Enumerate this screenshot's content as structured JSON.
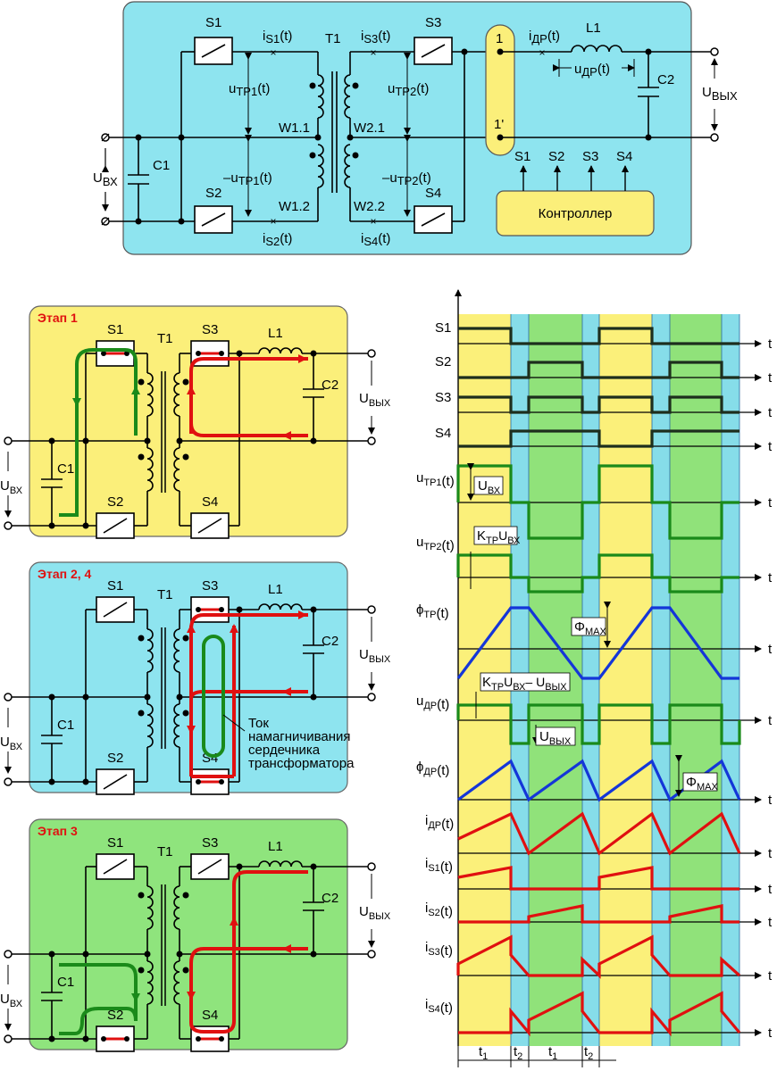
{
  "top": {
    "switches": [
      "S1",
      "S2",
      "S3",
      "S4"
    ],
    "transformer": "T1",
    "windings": [
      "W1.1",
      "W1.2",
      "W2.1",
      "W2.2"
    ],
    "currents": [
      "i",
      "S1",
      "(t)",
      "S2",
      "S3",
      "S4"
    ],
    "voltages": {
      "u": "u",
      "tp1": "ТР1",
      "tp2": "ТР2",
      "t": "(t)",
      "neg": "–u",
      "dr": "ДР",
      "i_dr_sub": "ДР"
    },
    "node1": "1",
    "node1p": "1'",
    "inductor": "L1",
    "cap1": "C1",
    "cap2": "C2",
    "uin": "U",
    "uin_sub": "ВХ",
    "uout": "U",
    "uout_sub": "ВЫХ",
    "controller": "Контроллер",
    "ctrl_outputs": [
      "S1",
      "S2",
      "S3",
      "S4"
    ]
  },
  "stages": [
    {
      "title": "Этап 1",
      "color": "#fbef7a"
    },
    {
      "title": "Этап 2, 4",
      "color": "#8ee4ef",
      "note": [
        "Ток",
        "намагничивания",
        "сердечника",
        "трансформатора"
      ]
    },
    {
      "title": "Этап 3",
      "color": "#8fe47d"
    }
  ],
  "stage_labels": {
    "S1": "S1",
    "S2": "S2",
    "S3": "S3",
    "S4": "S4",
    "T1": "T1",
    "L1": "L1",
    "C1": "C1",
    "C2": "C2",
    "U": "U",
    "vx": "ВХ",
    "vyx": "ВЫХ"
  },
  "timing": {
    "signals": [
      "S1",
      "S2",
      "S3",
      "S4"
    ],
    "utp1": "u",
    "utp1_sub": "ТР1",
    "t": "(t)",
    "utp2_sub": "ТР2",
    "uvx_label": "U",
    "uvx_sub": "ВХ",
    "ktr": "K",
    "ktr_sub": "ТР",
    "ktr_u": "U",
    "ktr_vx": "ВХ",
    "phi": "ϕ",
    "phi_sub": "ТР",
    "Phi": "Φ",
    "Phi_sub": "MAX",
    "udr_sub": "ДР",
    "diff_vyx": "– U",
    "vyx": "ВЫХ",
    "idr": "i",
    "idr_sub": "ДР",
    "is": [
      "S1",
      "S2",
      "S3",
      "S4"
    ],
    "t_axis": "t",
    "t1": "t",
    "t1_sub": "1",
    "t2_sub": "2",
    "colors": {
      "yellow": "#fbf07a",
      "cyan": "#86dde9",
      "green": "#90e27a"
    }
  }
}
